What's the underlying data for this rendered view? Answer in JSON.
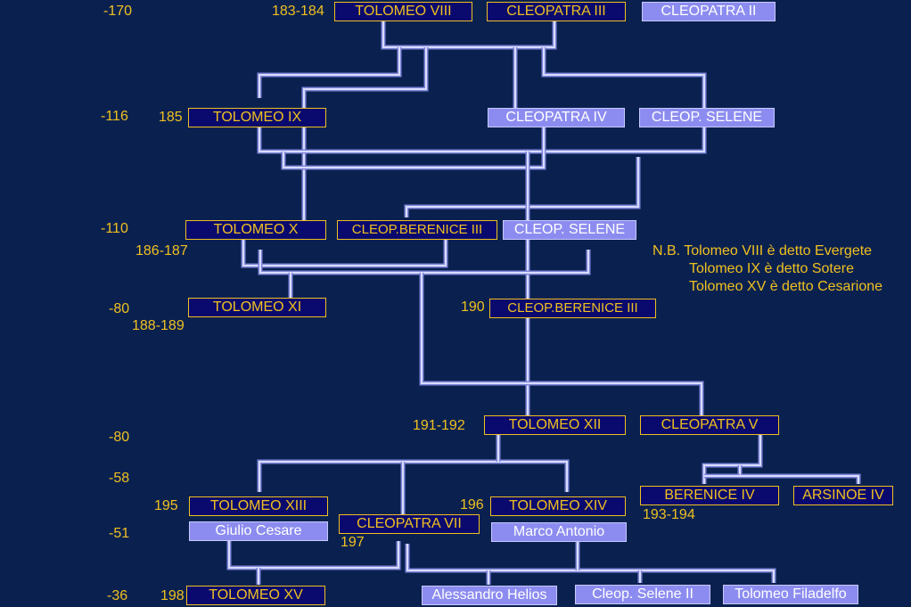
{
  "colors": {
    "background": "#0a2150",
    "dark_box": "#0a0a6e",
    "light_box": "#8c8cf0",
    "label": "#f0c020",
    "line": "#d8dcff"
  },
  "years": [
    "-170",
    "-116",
    "-110",
    "-80",
    "-80",
    "-58",
    "-51",
    "-36"
  ],
  "people": {
    "tolomeo_viii": "TOLOMEO  VIII",
    "cleopatra_iii": "CLEOPATRA  III",
    "cleopatra_ii": "CLEOPATRA  II",
    "tolomeo_ix": "TOLOMEO  IX",
    "cleopatra_iv": "CLEOPATRA  IV",
    "cleop_selene_1": "CLEOP. SELENE",
    "tolomeo_x": "TOLOMEO  X",
    "cleop_berenice_iii_a": "CLEOP.BERENICE III",
    "cleop_selene_2": "CLEOP. SELENE",
    "tolomeo_xi": "TOLOMEO XI",
    "cleop_berenice_iii_b": "CLEOP.BERENICE III",
    "tolomeo_xii": "TOLOMEO  XII",
    "cleopatra_v": "CLEOPATRA  V",
    "tolomeo_xiii": "TOLOMEO  XIII",
    "giulio_cesare": "Giulio Cesare",
    "cleopatra_vii": "CLEOPATRA  VII",
    "tolomeo_xiv": "TOLOMEO  XIV",
    "marco_antonio": "Marco Antonio",
    "berenice_iv": "BERENICE  IV",
    "arsinoe_iv": "ARSINOE IV",
    "tolomeo_xv": "TOLOMEO XV",
    "alessandro_helios": "Alessandro Helios",
    "cleop_selene_ii": "Cleop. Selene II",
    "tolomeo_filadelfo": "Tolomeo Filadelfo"
  },
  "numbers": {
    "n183_184": "183-184",
    "n185": "185",
    "n186_187": "186-187",
    "n188_189": "188-189",
    "n190": "190",
    "n191_192": "191-192",
    "n195": "195",
    "n196": "196",
    "n193_194": "193-194",
    "n197": "197",
    "n198": "198"
  },
  "note": {
    "line1": "N.B. Tolomeo VIII è detto Evergete",
    "line2": "Tolomeo IX è detto Sotere",
    "line3": "Tolomeo XV è detto Cesarione"
  }
}
